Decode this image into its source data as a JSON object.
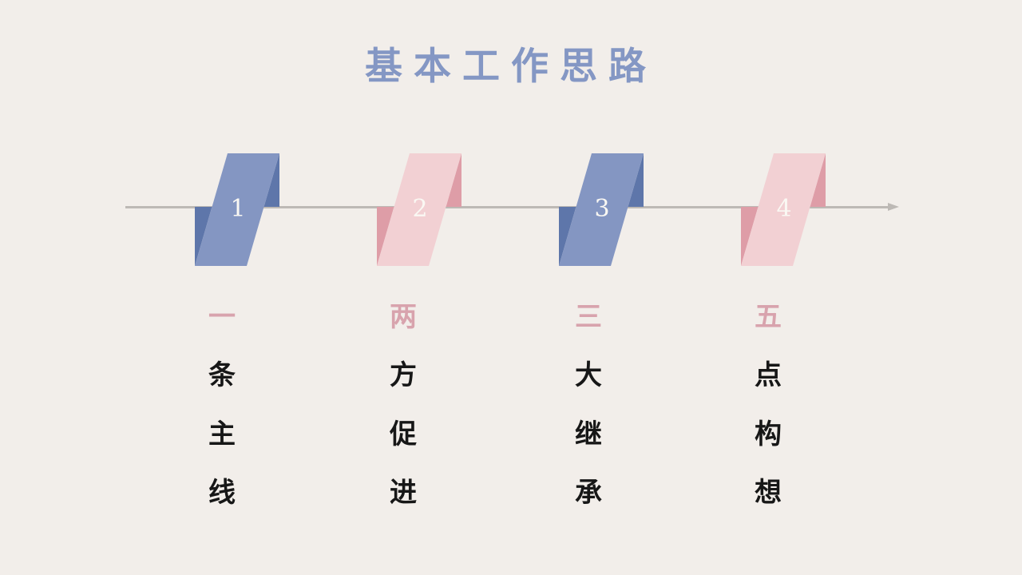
{
  "header": {
    "title": "基本工作思路"
  },
  "steps": [
    {
      "number": "1",
      "theme": "blue",
      "chars": [
        "一",
        "条",
        "主",
        "线"
      ]
    },
    {
      "number": "2",
      "theme": "pink",
      "chars": [
        "两",
        "方",
        "促",
        "进"
      ]
    },
    {
      "number": "3",
      "theme": "blue",
      "chars": [
        "三",
        "大",
        "继",
        "承"
      ]
    },
    {
      "number": "4",
      "theme": "pink",
      "chars": [
        "五",
        "点",
        "构",
        "想"
      ]
    }
  ],
  "colors": {
    "bg": "#F2EEEA",
    "title": "#8497C4",
    "line": "#BDB9B5",
    "blue_face": "#8496C2",
    "blue_fold": "#5E76AA",
    "pink_face": "#F2D0D3",
    "pink_fold": "#DE9DA7",
    "number": "#FAF8F3",
    "highlight_text": "#D8A3AD",
    "body_text": "#171717"
  }
}
